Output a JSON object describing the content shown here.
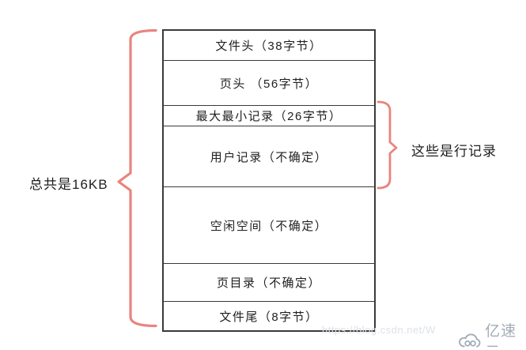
{
  "diagram": {
    "left_label": "总共是16KB",
    "right_label": "这些是行记录",
    "rows": [
      {
        "label": "文件头（38字节）"
      },
      {
        "label": "页头 （56字节）"
      },
      {
        "label": "最大最小记录（26字节）"
      },
      {
        "label": "用户记录（不确定）"
      },
      {
        "label": "空闲空间（不确定）"
      },
      {
        "label": "页目录（不确定）"
      },
      {
        "label": "文件尾（8字节）"
      }
    ]
  },
  "watermark": {
    "url_text": "https://blog.csdn.net/W",
    "logo_text": "亿速云"
  },
  "colors": {
    "brace": "#e9847e",
    "box_border": "#3a3a3a",
    "text": "#1f1f1f",
    "watermark": "#dde1e7",
    "logo": "#a2acb7"
  }
}
